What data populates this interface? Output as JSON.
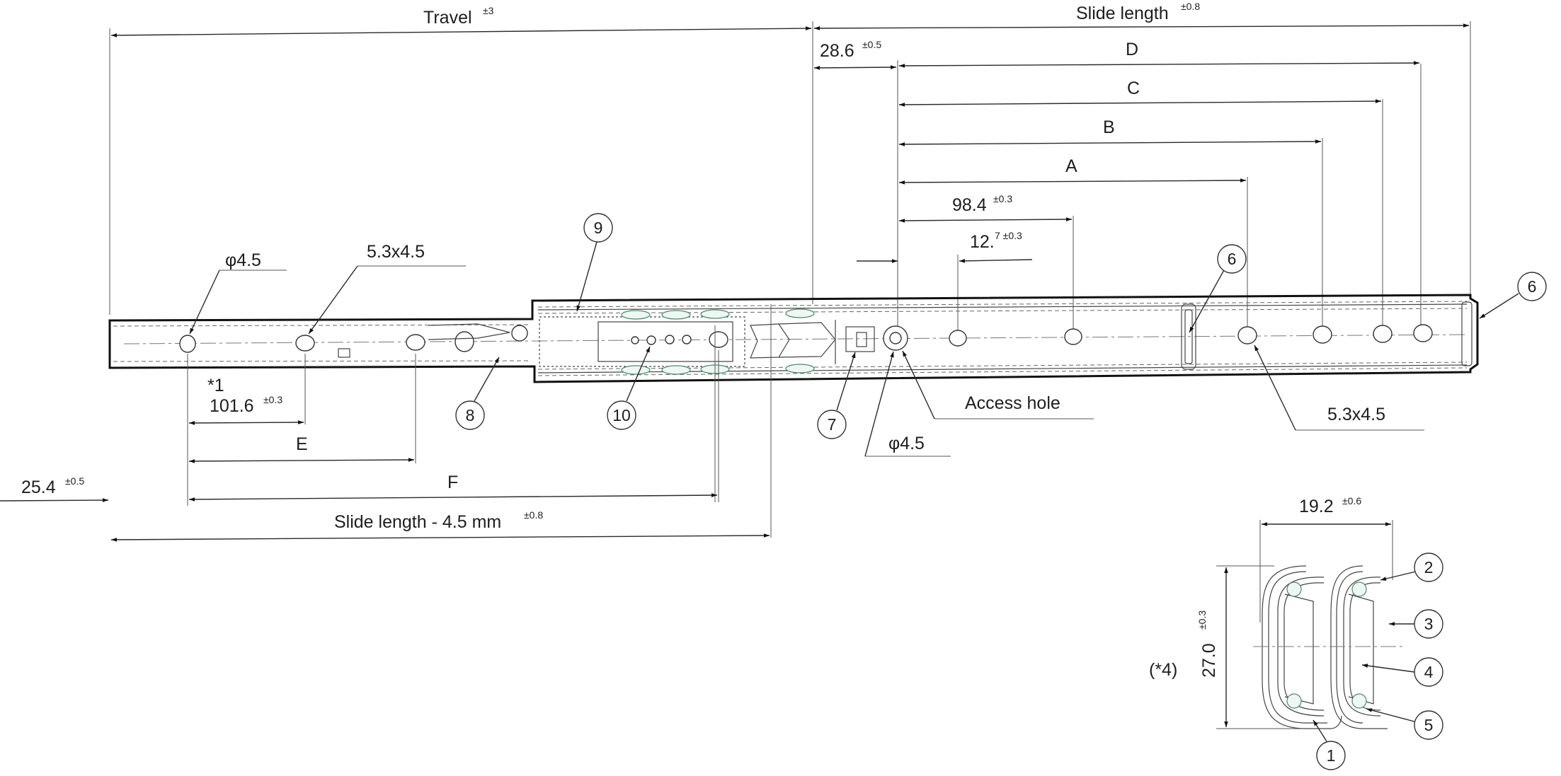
{
  "dimensions": {
    "travel": {
      "label": "Travel",
      "tol": "±3"
    },
    "slide_length": {
      "label": "Slide length",
      "tol": "±0.8"
    },
    "front_offset": {
      "label": "28.6",
      "tol": "±0.5"
    },
    "D": "D",
    "C": "C",
    "B": "B",
    "A": "A",
    "d98": {
      "label": "98.4",
      "tol": "±0.3"
    },
    "d12": {
      "label": "12.",
      "sup": "7 ±0.3"
    },
    "phi_left": "φ4.5",
    "slot_left": "5.3x4.5",
    "star1": "*1",
    "d101": {
      "label": "101.6",
      "tol": "±0.3"
    },
    "E": "E",
    "F": "F",
    "d25": {
      "label": "25.4",
      "tol": "±0.5"
    },
    "slide_minus": {
      "label": "Slide length - 4.5 mm",
      "tol": "±0.8"
    },
    "access_hole": "Access hole",
    "phi_center": "φ4.5",
    "slot_right": "5.3x4.5",
    "width_19": {
      "label": "19.2",
      "tol": "±0.6"
    },
    "height_27": {
      "label": "27.0",
      "tol": "±0.3"
    },
    "note4": "(*4)"
  },
  "callouts": [
    "1",
    "2",
    "3",
    "4",
    "5",
    "6",
    "6",
    "7",
    "8",
    "9",
    "10"
  ]
}
